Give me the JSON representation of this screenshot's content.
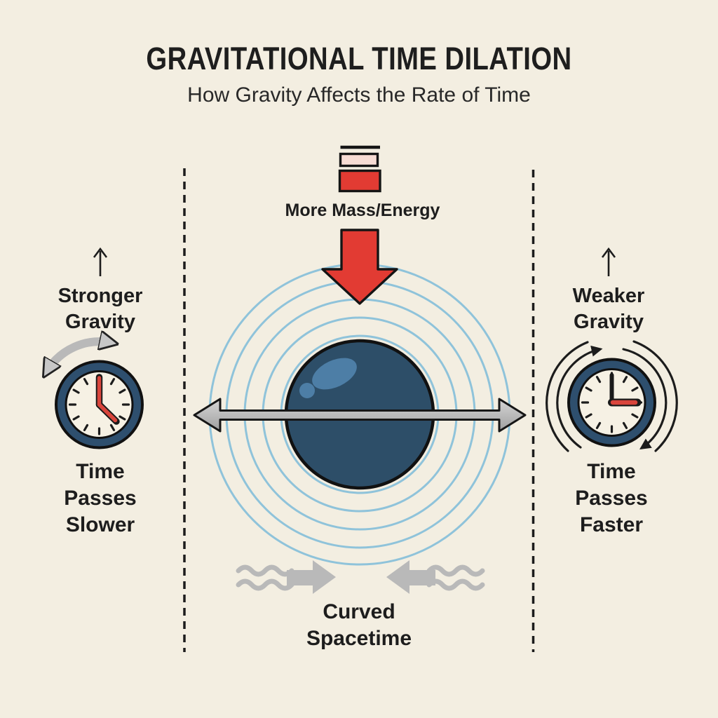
{
  "header": {
    "title": "GRAVITATIONAL TIME DILATION",
    "subtitle": "How Gravity Affects the Rate of Time"
  },
  "center_panel": {
    "mass_label": "More Mass/Energy",
    "curved_line1": "Curved",
    "curved_line2": "Spacetime"
  },
  "left_panel": {
    "gravity_line1": "Stronger",
    "gravity_line2": "Gravity",
    "time_line1": "Time",
    "time_line2": "Passes",
    "time_line3": "Slower"
  },
  "right_panel": {
    "gravity_line1": "Weaker",
    "gravity_line2": "Gravity",
    "time_line1": "Time",
    "time_line2": "Passes",
    "time_line3": "Faster"
  },
  "icons": {
    "mass_bars": "stacked-mass-bars-icon",
    "mass_arrow": "red-down-arrow-icon",
    "sphere": "massive-body-sphere",
    "spacetime_rings": "curved-spacetime-rings",
    "space_axis": "double-headed-space-arrow",
    "slow_clock": "slow-clock-icon",
    "fast_clock": "fast-clock-icon",
    "swing_arrow": "slow-swing-arrow-icon",
    "speed_arcs": "fast-spin-arcs-icon",
    "wavy_arrows": "gravity-wave-arrows-icon",
    "up_arrows": "up-direction-arrow-icon"
  },
  "colors": {
    "background": "#f3eee1",
    "accent_red": "#e23b33",
    "accent_pink": "#f7dcd4",
    "sphere_navy": "#2d4e68",
    "sphere_highlight": "#4d7ea6",
    "ring_blue": "#8fc3da",
    "clock_navy": "#2e4f6e",
    "hand_red": "#d9453c",
    "arrow_gray": "#b9b9b9",
    "text_dark": "#1d1d1d"
  }
}
